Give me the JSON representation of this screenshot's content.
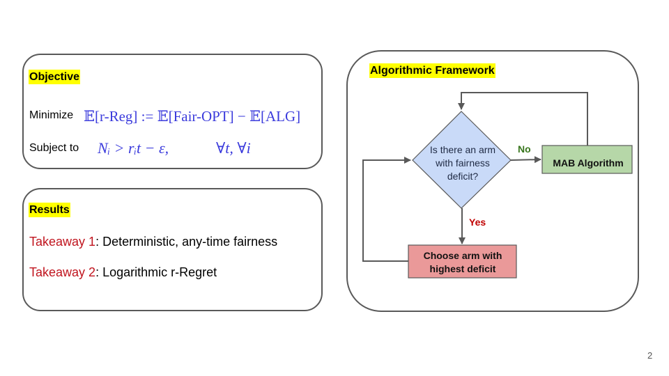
{
  "objective": {
    "title": "Objective",
    "minimize_label": "Minimize",
    "minimize_expr": "𝔼[r-Reg] := 𝔼[Fair-OPT] − 𝔼[ALG]",
    "subject_label": "Subject to",
    "constraint_expr": "Nᵢ > rᵢt − ε,",
    "constraint_quantifier": "∀t, ∀i"
  },
  "results": {
    "title": "Results",
    "takeaways": [
      {
        "label": "Takeaway 1",
        "text": ": Deterministic, any-time fairness"
      },
      {
        "label": "Takeaway 2",
        "text": ": Logarithmic r-Regret"
      }
    ]
  },
  "framework": {
    "title": "Algorithmic Framework",
    "decision": [
      "Is there an arm",
      "with fairness",
      "deficit?"
    ],
    "no_label": "No",
    "yes_label": "Yes",
    "mab_box": "MAB Algorithm",
    "choose_box": [
      "Choose arm with",
      "highest deficit"
    ],
    "colors": {
      "decision_fill": "#c9daf8",
      "mab_fill": "#b6d7a8",
      "choose_fill": "#ea9999",
      "no_color": "#38761d",
      "yes_color": "#c00000"
    }
  },
  "page_number": "2"
}
